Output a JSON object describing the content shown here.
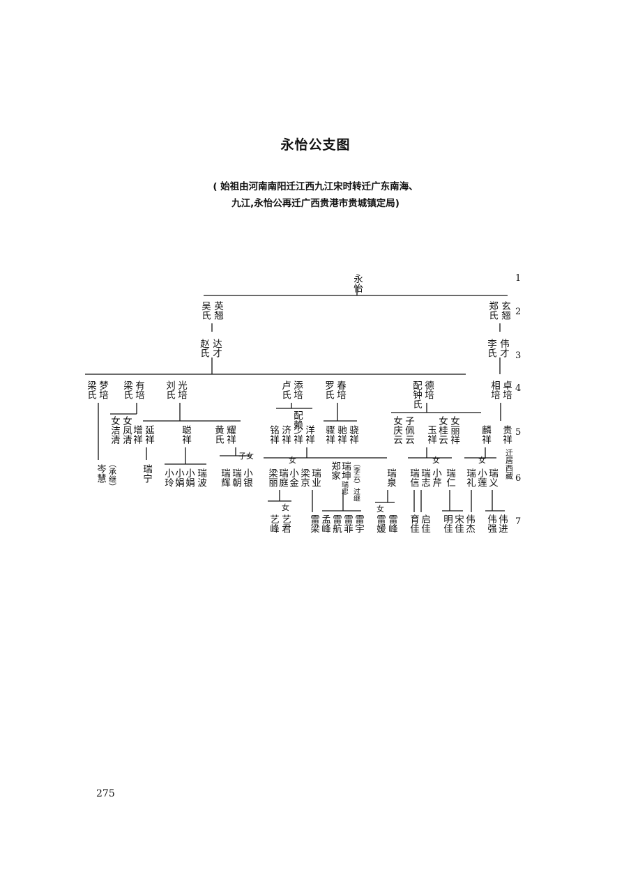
{
  "title": "永怡公支图",
  "subtitle_line1": "( 始祖由河南南阳迁江西九江宋时转迁广东南海、",
  "subtitle_line2": "九江,永怡公再迁广西贵港市贵城镇定局)",
  "page_number": "275",
  "generation_labels": [
    "1",
    "2",
    "3",
    "4",
    "5",
    "6",
    "7"
  ],
  "persons": [
    {
      "id": "g1_yongyi",
      "text": "永怡"
    },
    {
      "id": "g2_yinghan",
      "text": "英翘"
    },
    {
      "id": "g2_wu",
      "text": "吴氏"
    },
    {
      "id": "g2_xuanhan",
      "text": "玄翘"
    },
    {
      "id": "g2_zheng",
      "text": "郑氏"
    },
    {
      "id": "g3_dacai",
      "text": "达才"
    },
    {
      "id": "g3_zhao",
      "text": "赵氏"
    },
    {
      "id": "g3_weicai",
      "text": "伟才"
    },
    {
      "id": "g3_li",
      "text": "李氏"
    },
    {
      "id": "g4_mengpei",
      "text": "梦培"
    },
    {
      "id": "g4_mengpei_wife",
      "text": "梁氏"
    },
    {
      "id": "g4_youpei",
      "text": "有培"
    },
    {
      "id": "g4_youpei_wife",
      "text": "梁氏"
    },
    {
      "id": "g4_guangpei",
      "text": "光培"
    },
    {
      "id": "g4_guangpei_wife",
      "text": "刘氏"
    },
    {
      "id": "g4_tianpei",
      "text": "添培"
    },
    {
      "id": "g4_tianpei_wife",
      "text": "卢氏"
    },
    {
      "id": "g4_chunpei",
      "text": "春培"
    },
    {
      "id": "g4_chunpei_wife",
      "text": "罗氏"
    },
    {
      "id": "g4_depei",
      "text": "德培"
    },
    {
      "id": "g4_depei_wife",
      "text": "配钟氏"
    },
    {
      "id": "g4_zhuopei",
      "text": "卓培"
    },
    {
      "id": "g4_zhuopei_2",
      "text": "相培"
    },
    {
      "id": "g5_zengxiang",
      "text": "增祥"
    },
    {
      "id": "g5_yanxiang",
      "text": "延祥"
    },
    {
      "id": "g5_nv_jie",
      "text": "女洁清"
    },
    {
      "id": "g5_nv_feng",
      "text": "女凤清"
    },
    {
      "id": "g5_congxiang",
      "text": "聪祥"
    },
    {
      "id": "g5_yaoxiang",
      "text": "耀祥"
    },
    {
      "id": "g5_yao_wife",
      "text": "黄氏"
    },
    {
      "id": "g5_peilai",
      "text": "配赖"
    },
    {
      "id": "g5_jixiang",
      "text": "济祥"
    },
    {
      "id": "g5_shaoxiang",
      "text": "少祥"
    },
    {
      "id": "g5_yangxiang",
      "text": "洋祥"
    },
    {
      "id": "g5_mingxiang",
      "text": "铭祥"
    },
    {
      "id": "g5_lv_xiang",
      "text": "骤祥"
    },
    {
      "id": "g5_chi_xiang",
      "text": "驰祥"
    },
    {
      "id": "g5_xiao_xiang",
      "text": "骁祥"
    },
    {
      "id": "g5_nv_qing",
      "text": "女庆云"
    },
    {
      "id": "g5_zi_pei",
      "text": "子佩云"
    },
    {
      "id": "g5_yuxiang",
      "text": "玉祥"
    },
    {
      "id": "g5_nv_gui",
      "text": "女桂云"
    },
    {
      "id": "g5_nv_li",
      "text": "女丽祥"
    },
    {
      "id": "g5_linxiang",
      "text": "麟祥"
    },
    {
      "id": "g5_guixiang",
      "text": "贵祥"
    },
    {
      "id": "g5_guixiang_note",
      "text": "迁居西藏"
    },
    {
      "id": "g6_cenhui",
      "text": "岑慧"
    },
    {
      "id": "g6_cenhui_note",
      "text": "（承继）"
    },
    {
      "id": "g6_ruining",
      "text": "瑞宁"
    },
    {
      "id": "g6_xiaoling",
      "text": "小玲"
    },
    {
      "id": "g6_xiaojuan",
      "text": "小娟"
    },
    {
      "id": "g6_xiaojuan2",
      "text": "小娟"
    },
    {
      "id": "g6_ruibo",
      "text": "瑞波"
    },
    {
      "id": "g6_ruihui",
      "text": "瑞辉"
    },
    {
      "id": "g6_ruichao",
      "text": "瑞朝"
    },
    {
      "id": "g6_xiaoyin",
      "text": "小银"
    },
    {
      "id": "g6_zinv",
      "text": "子女"
    },
    {
      "id": "g6_liangli",
      "text": "梁丽"
    },
    {
      "id": "g6_ruiting",
      "text": "瑞庭"
    },
    {
      "id": "g6_xiaojin",
      "text": "小金"
    },
    {
      "id": "g6_liangjing",
      "text": "梁京"
    },
    {
      "id": "g6_ruiye",
      "text": "瑞业"
    },
    {
      "id": "g6_nv6a",
      "text": "女"
    },
    {
      "id": "g6_zhengjia",
      "text": "郑家"
    },
    {
      "id": "g6_ruikun",
      "text": "瑞坤"
    },
    {
      "id": "g6_ruizhong",
      "text": "瑞忠"
    },
    {
      "id": "g6_guoji",
      "text": "（李云）过继"
    },
    {
      "id": "g6_ruiquan",
      "text": "瑞泉"
    },
    {
      "id": "g6_ruixin",
      "text": "瑞信"
    },
    {
      "id": "g6_ruizhi",
      "text": "瑞志"
    },
    {
      "id": "g6_xiaoqin",
      "text": "小芹"
    },
    {
      "id": "g6_nv6b",
      "text": "女"
    },
    {
      "id": "g6_ruiren",
      "text": "瑞仁"
    },
    {
      "id": "g6_ruili",
      "text": "瑞礼"
    },
    {
      "id": "g6_xiaolian",
      "text": "小莲"
    },
    {
      "id": "g6_ruiyi",
      "text": "瑞义"
    },
    {
      "id": "g6_nv6c",
      "text": "女"
    },
    {
      "id": "g7_yifeng",
      "text": "艺峰"
    },
    {
      "id": "g7_yijun",
      "text": "艺君"
    },
    {
      "id": "g7_nv7a",
      "text": "女"
    },
    {
      "id": "g7_leiliang",
      "text": "雷梁"
    },
    {
      "id": "g7_mengfeng",
      "text": "孟峰"
    },
    {
      "id": "g7_leihang",
      "text": "雷航"
    },
    {
      "id": "g7_leifei",
      "text": "雷菲"
    },
    {
      "id": "g7_leiyu",
      "text": "雷宇"
    },
    {
      "id": "g7_leiyuan",
      "text": "雷媛"
    },
    {
      "id": "g7_leifeng",
      "text": "雷峰"
    },
    {
      "id": "g7_nv7b",
      "text": "女"
    },
    {
      "id": "g7_yujia",
      "text": "育佳"
    },
    {
      "id": "g7_qijia",
      "text": "启佳"
    },
    {
      "id": "g7_mingjia",
      "text": "明佳"
    },
    {
      "id": "g7_songjia",
      "text": "宋佳"
    },
    {
      "id": "g7_weijie",
      "text": "伟杰"
    },
    {
      "id": "g7_weiqiang",
      "text": "伟强"
    },
    {
      "id": "g7_weijin",
      "text": "伟进"
    }
  ]
}
